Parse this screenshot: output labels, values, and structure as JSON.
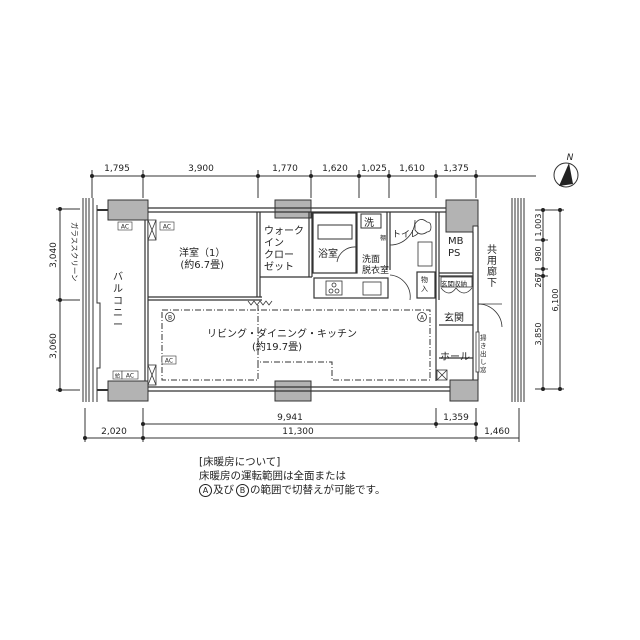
{
  "dimensions": {
    "top": [
      "1,795",
      "3,900",
      "1,770",
      "1,620",
      "1,025",
      "1,610",
      "1,375"
    ],
    "bottom_inner": [
      "9,941",
      "1,359"
    ],
    "bottom_outer": [
      "2,020",
      "11,300",
      "1,460"
    ],
    "left": [
      "3,040",
      "3,060"
    ],
    "right_inner": [
      "1,003",
      "980",
      "267",
      "3,850"
    ],
    "right_outer": "6,100"
  },
  "rooms": {
    "bedroom_name": "洋室（1）",
    "bedroom_size": "(約6.7畳)",
    "walkin_closet": [
      "ウォーク",
      "イン",
      "クロー",
      "ゼット"
    ],
    "bath": "浴室",
    "washer": "洗",
    "washroom": [
      "洗面",
      "脱衣室"
    ],
    "toilet": "トイレ",
    "linen": "棚",
    "storage": [
      "物",
      "入"
    ],
    "mbps": [
      "MB",
      "PS"
    ],
    "shoe_storage": "玄関収納",
    "entrance": "玄関",
    "hall": "ホール",
    "corridor": [
      "共",
      "用",
      "廊",
      "下"
    ],
    "balcony": [
      "バ",
      "ル",
      "コ",
      "ニ",
      "ー"
    ],
    "glass_screen": "ガラススクリーン",
    "ldk_name": "リビング・ダイニング・キッチン",
    "ldk_size": "(約19.7畳)",
    "sliding_window": [
      "掃",
      "き",
      "出",
      "し",
      "窓"
    ],
    "ac": "AC",
    "hot_water": "給"
  },
  "heating_zones": {
    "a": "A",
    "b": "B"
  },
  "compass": {
    "label": "N"
  },
  "note": {
    "title": "[床暖房について]",
    "line1": "床暖房の運転範囲は全面または",
    "line2_a": "A",
    "line2_mid": "及び",
    "line2_b": "B",
    "line2_end": "の範囲で切替えが可能です。"
  },
  "colors": {
    "wall_fill": "#b3b3b3",
    "line": "#333333",
    "background": "#ffffff"
  }
}
